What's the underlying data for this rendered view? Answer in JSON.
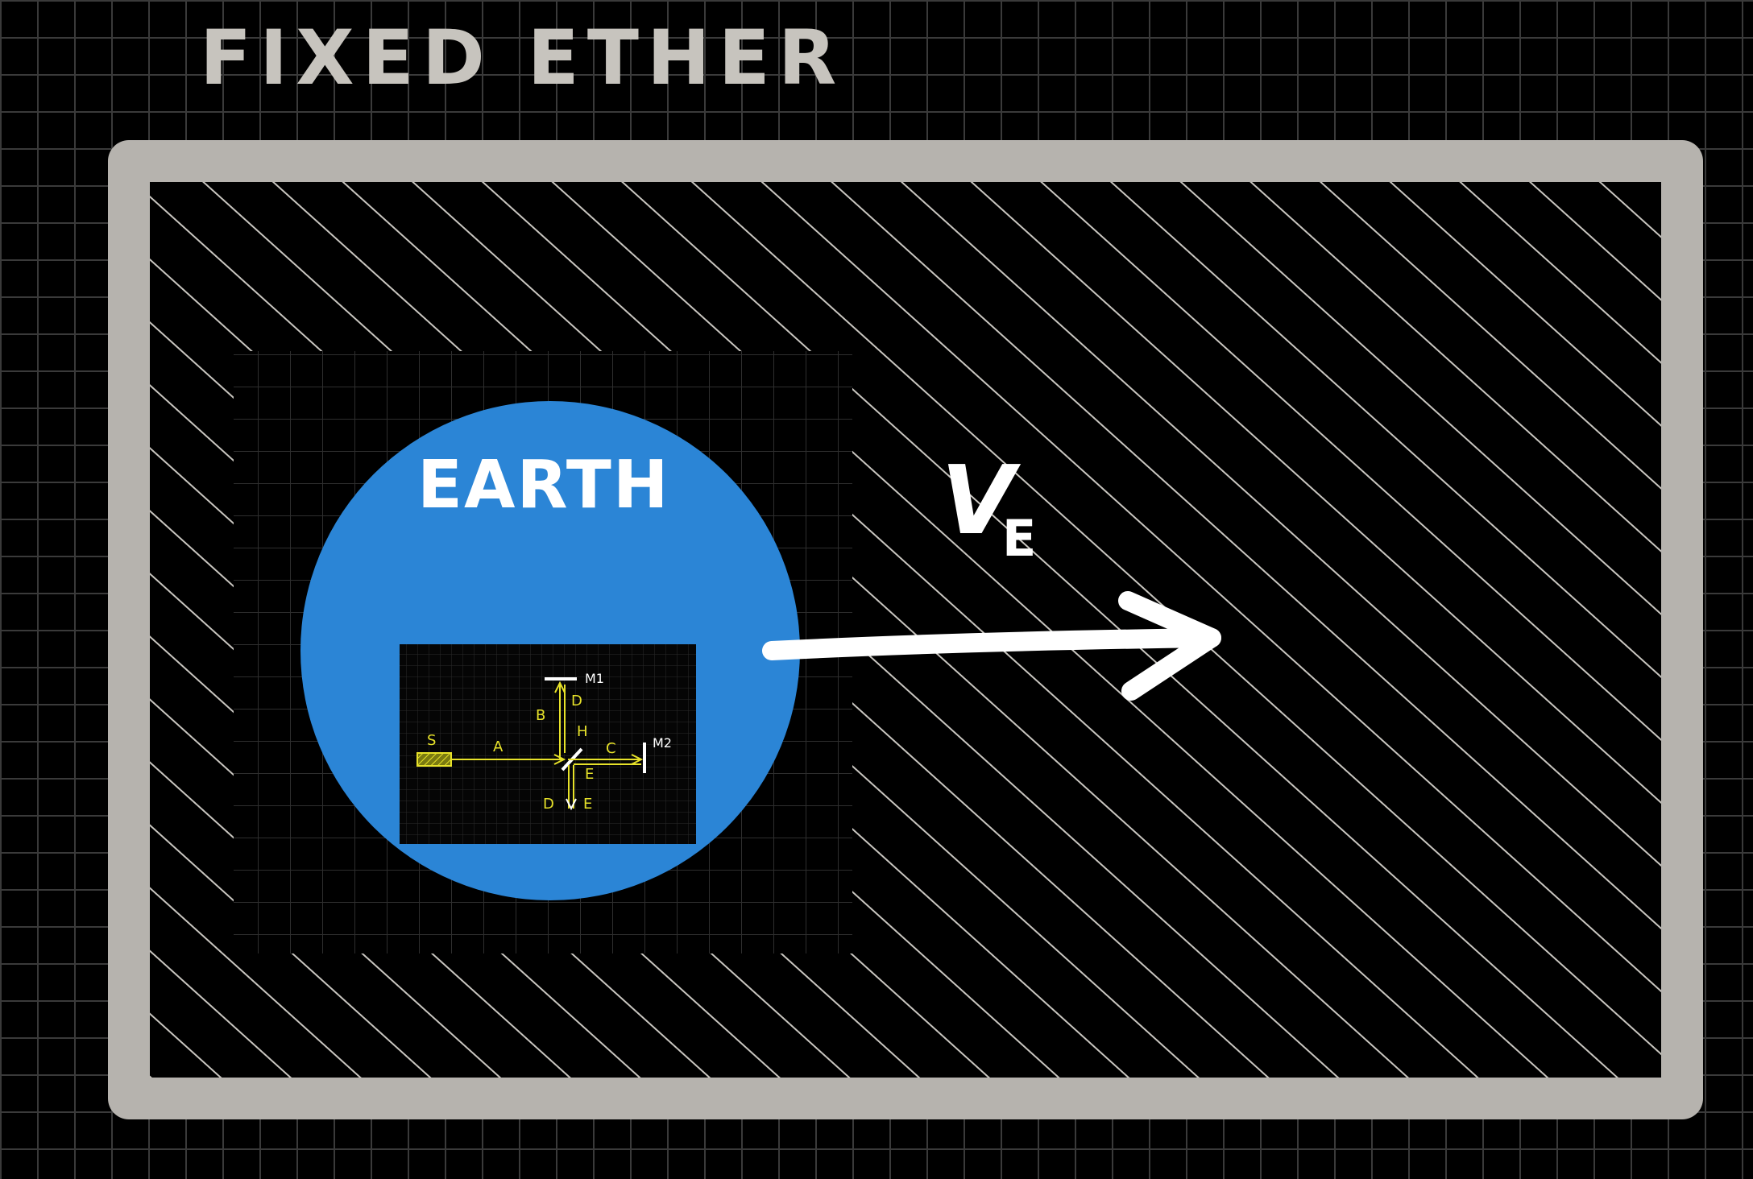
{
  "title": "FIXED ETHER",
  "earth_label": "EARTH",
  "velocity": {
    "symbol": "V",
    "subscript": "E"
  },
  "colors": {
    "background": "#000000",
    "grid": "#3a3a3a",
    "frame": "#b6b3ae",
    "hatch": "#c9c6c0",
    "earth": "#2b85d6",
    "apparatus": "#e7e22a",
    "text": "#ffffff",
    "title": "#c7c4be"
  },
  "apparatus": {
    "labels": {
      "source": "S",
      "beam_a": "A",
      "beam_b": "B",
      "beam_c": "C",
      "beam_d_top": "D",
      "beam_d_bottom": "D",
      "beam_e_right": "E",
      "beam_e_bottom": "E",
      "half_mirror": "H",
      "mirror_1": "M1",
      "mirror_2": "M2"
    }
  }
}
